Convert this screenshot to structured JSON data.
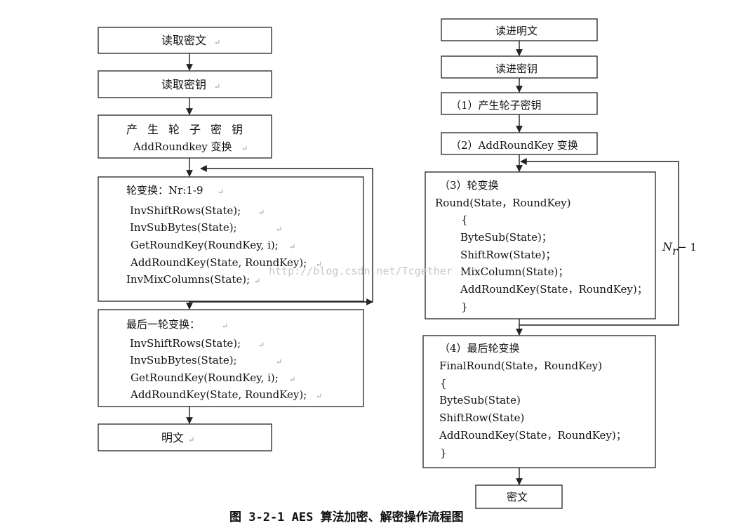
{
  "decryption_flow": {
    "read_ciphertext": "读取密文",
    "read_key": "读取密钥",
    "gen_round_keys_line1": "产生轮子密钥",
    "gen_round_keys_line2": "AddRoundkey 变换",
    "round_title": "轮变换：Nr:1-9",
    "round_steps": [
      "InvShiftRows(State);",
      "InvSubBytes(State);",
      "GetRoundKey(RoundKey, i);",
      "AddRoundKey(State, RoundKey);",
      "InvMixColumns(State);"
    ],
    "final_title": "最后一轮变换：",
    "final_steps": [
      "InvShiftRows(State);",
      "InvSubBytes(State);",
      "GetRoundKey(RoundKey, i);",
      "AddRoundKey(State, RoundKey);"
    ],
    "plaintext": "明文"
  },
  "encryption_flow": {
    "read_plaintext": "读进明文",
    "read_key": "读进密钥",
    "step1": "（1）产生轮子密钥",
    "step2": "（2）AddRoundKey 变换",
    "round_title": "（3）轮变换",
    "round_call": "Round(State，RoundKey)",
    "round_open": "{",
    "round_steps": [
      "ByteSub(State)；",
      "ShiftRow(State)；",
      "MixColumn(State)；",
      "AddRoundKey(State，RoundKey)；"
    ],
    "round_close": "}",
    "loop_label": "N",
    "loop_label_sub": "r",
    "loop_label_rest": " − 1",
    "final_title": "（4）最后轮变换",
    "final_call": "FinalRound(State，RoundKey)",
    "final_open": "{",
    "final_steps": [
      "ByteSub(State)",
      "ShiftRow(State)",
      "AddRoundKey(State，RoundKey)；"
    ],
    "final_close": "}",
    "ciphertext": "密文"
  },
  "paragraph_mark": "↵",
  "watermark": "http://blog.csdn.net/Tcgether",
  "caption": "图 3-2-1 AES 算法加密、解密操作流程图"
}
